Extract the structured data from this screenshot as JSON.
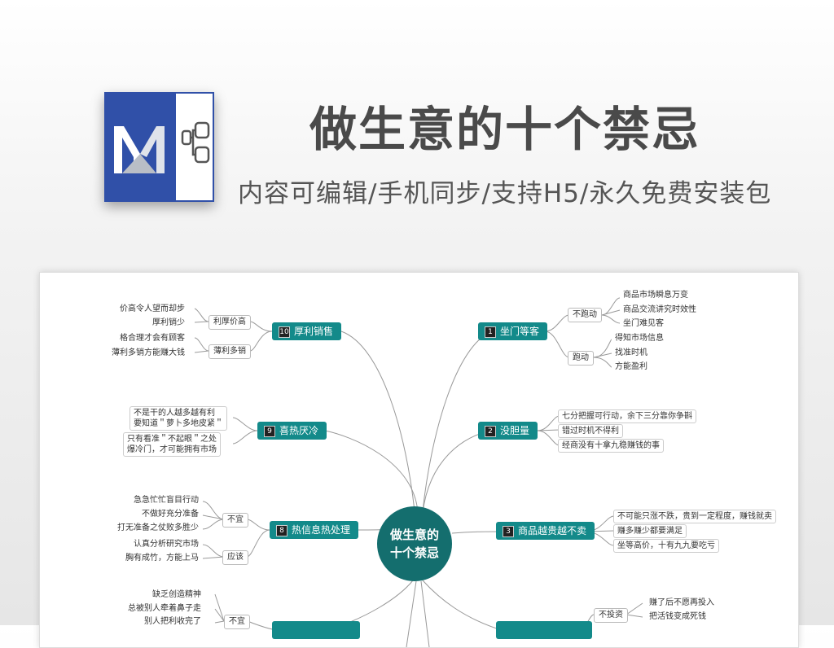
{
  "header": {
    "title": "做生意的十个禁忌",
    "subtitle": "内容可编辑/手机同步/支持H5/永久免费安装包"
  },
  "center": {
    "line1": "做生意的",
    "line2": "十个禁忌"
  },
  "topics": {
    "t1": {
      "num": "1",
      "label": "坐门等客"
    },
    "t2": {
      "num": "2",
      "label": "没胆量"
    },
    "t3": {
      "num": "3",
      "label": "商品越贵越不卖"
    },
    "t8": {
      "num": "8",
      "label": "热信息热处理"
    },
    "t9": {
      "num": "9",
      "label": "喜热厌冷"
    },
    "t10": {
      "num": "10",
      "label": "厚利销售"
    }
  },
  "subs": {
    "t1a": "不跑动",
    "t1b": "跑动",
    "t10a": "利厚价高",
    "t10b": "薄利多销",
    "t8a": "不宜",
    "t8b": "应该",
    "bl": "不宜",
    "br": "不投资"
  },
  "leaves": {
    "t1a1": "商品市场瞬息万变",
    "t1a2": "商品交流讲究时效性",
    "t1a3": "坐门难见客",
    "t1b1": "得知市场信息",
    "t1b2": "找准时机",
    "t1b3": "方能盈利",
    "t2a": "七分把握可行动，余下三分靠你争斟",
    "t2b": "错过时机不得利",
    "t2c": "经商没有十拿九稳赚钱的事",
    "t3a": "不可能只涨不跌，贵到一定程度，赚钱就卖",
    "t3b": "赚多赚少都要满足",
    "t3c": "坐等高价，十有九九要吃亏",
    "t10a1": "价高令人望而却步",
    "t10a2": "厚利销少",
    "t10b1": "格合理才会有顾客",
    "t10b2": "薄利多销方能赚大钱",
    "t9a1": "不是干的人越多越有利",
    "t9a2": "要知道＂萝卜多地皮紧＂",
    "t9b1": "只有看准＂不起眼＂之处",
    "t9b2": "爆冷门，才可能拥有市场",
    "t8a1": "急急忙忙盲目行动",
    "t8a2": "不做好充分准备",
    "t8a3": "打无准备之仗败多胜少",
    "t8b1": "认真分析研究市场",
    "t8b2": "胸有成竹，方能上马",
    "bl1": "缺乏创造精神",
    "bl2": "总被别人牵着鼻子走",
    "bl3": "别人把利收完了",
    "br1": "赚了后不愿再投入",
    "br2": "把活钱变成死钱"
  },
  "colors": {
    "topic": "#138a8a",
    "center": "#146e6e",
    "logo": "#3050a8"
  }
}
